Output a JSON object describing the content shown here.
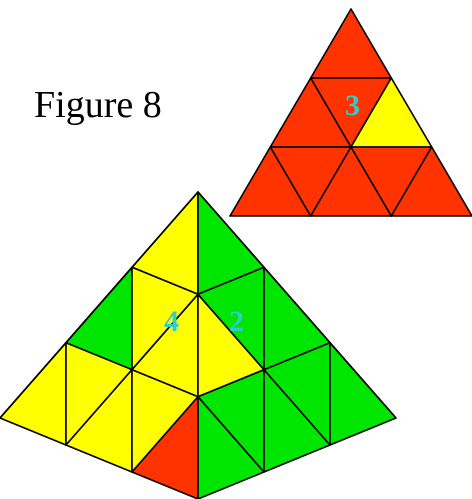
{
  "title": "Figure 8",
  "colors": {
    "red": "#ff3300",
    "yellow": "#ffff00",
    "green": "#00e600",
    "outline": "#000000",
    "number": "#33cccc"
  },
  "top_piece": {
    "label": "3",
    "rows": [
      [
        "red"
      ],
      [
        "red",
        "red",
        "yellow"
      ],
      [
        "red",
        "red",
        "red",
        "red",
        "red"
      ]
    ]
  },
  "pyramid": {
    "labels": {
      "left": "4",
      "right": "2"
    },
    "left_face": {
      "rows": [
        [
          "yellow"
        ],
        [
          "green",
          "yellow",
          "yellow"
        ],
        [
          "yellow",
          "yellow",
          "yellow",
          "yellow",
          "red"
        ]
      ]
    },
    "right_face": {
      "rows": [
        [
          "green"
        ],
        [
          "yellow",
          "green",
          "green"
        ],
        [
          "green",
          "green",
          "green",
          "green",
          "green"
        ]
      ]
    }
  }
}
